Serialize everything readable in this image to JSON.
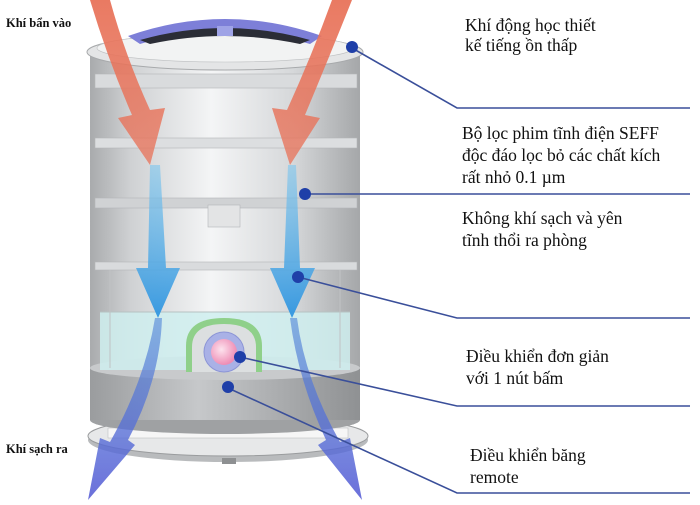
{
  "diagram": {
    "type": "annotated-product-cutaway",
    "subject": "air purifier airflow diagram",
    "colors": {
      "inlet_arrow": "#e8735a",
      "outlet_arrow": "#3d9be0",
      "exit_arrow": "#5a6fd6",
      "connector": "#3a4f9a",
      "connector_dot": "#1f3fa8",
      "body": "#c9cbcd",
      "top_cap": "#7d7fd8",
      "button_pink": "#f2a9c8",
      "button_ring": "#a9b1e6",
      "button_frame": "#8fd08a",
      "window_tint": "#cfeeee"
    },
    "side_labels": {
      "air_in": "Khí bẩn vào",
      "air_out": "Khí sạch ra"
    },
    "callouts": [
      {
        "id": "aerodynamic",
        "lines": [
          "Khí động học thiết",
          "kế tiếng ồn thấp"
        ]
      },
      {
        "id": "filter",
        "lines": [
          "Bộ lọc phim tĩnh điện SEFF",
          "độc đáo lọc bỏ các chất kích",
          "rất nhỏ 0.1 µm"
        ]
      },
      {
        "id": "clean-air",
        "lines": [
          "Không khí sạch và yên",
          "tĩnh thổi ra phòng"
        ]
      },
      {
        "id": "one-button",
        "lines": [
          "Điều khiển đơn giản",
          "với 1 nút bấm"
        ]
      },
      {
        "id": "remote",
        "lines": [
          "Điều khiển băng",
          "remote"
        ]
      }
    ]
  }
}
